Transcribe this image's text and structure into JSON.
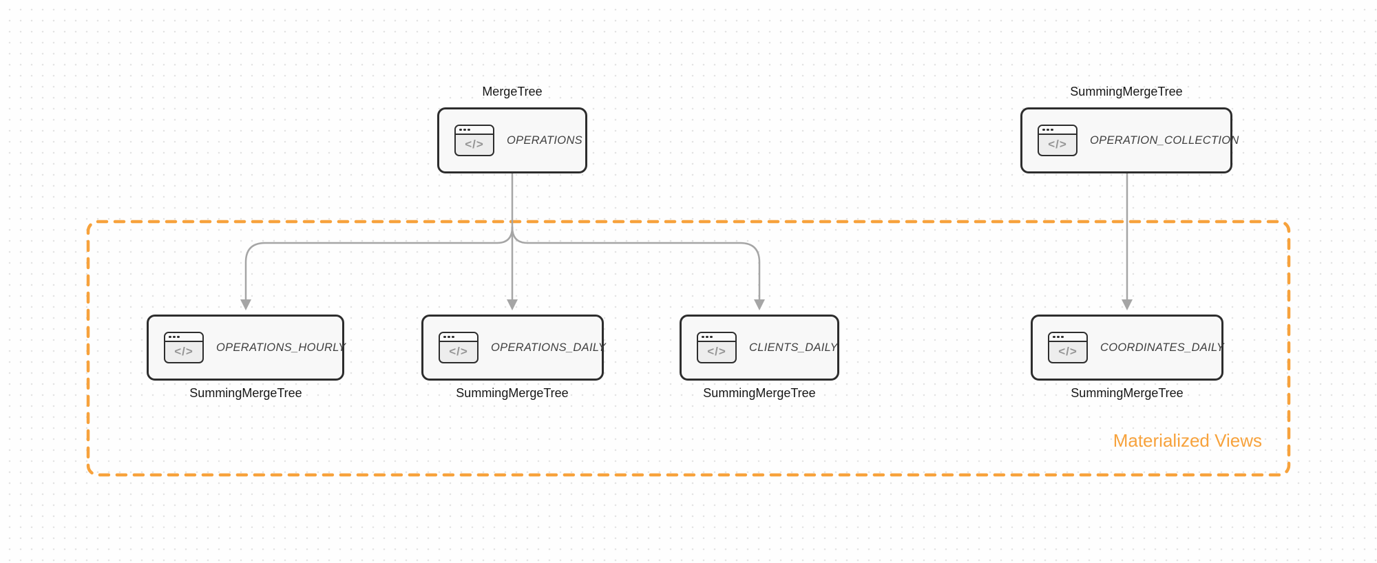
{
  "group": {
    "label": "Materialized Views"
  },
  "nodes": {
    "operations": {
      "engine": "MergeTree",
      "table": "OPERATIONS"
    },
    "operation_collection": {
      "engine": "SummingMergeTree",
      "table": "OPERATION_COLLECTION"
    },
    "operations_hourly": {
      "engine": "SummingMergeTree",
      "table": "OPERATIONS_HOURLY"
    },
    "operations_daily": {
      "engine": "SummingMergeTree",
      "table": "OPERATIONS_DAILY"
    },
    "clients_daily": {
      "engine": "SummingMergeTree",
      "table": "CLIENTS_DAILY"
    },
    "coordinates_daily": {
      "engine": "SummingMergeTree",
      "table": "COORDINATES_DAILY"
    }
  },
  "icons": {
    "code_glyph": "</>"
  },
  "colors": {
    "accent_orange": "#f7a23c",
    "arrow_gray": "#a5a5a5",
    "node_border": "#2d2d2d",
    "node_fill": "#f8f8f8",
    "grid_dot": "#e3e3e3"
  }
}
